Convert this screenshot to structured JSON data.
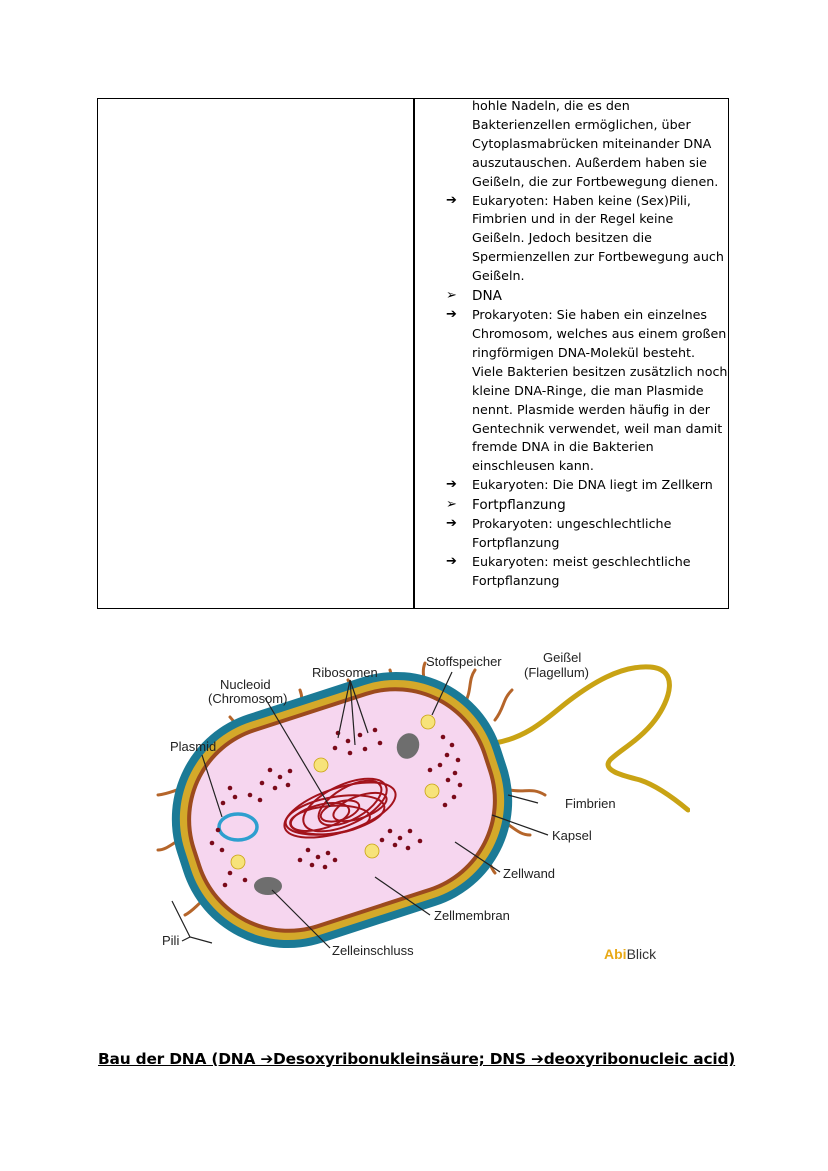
{
  "table_right_column": [
    {
      "marker": "",
      "text": "hohle Nadeln, die es den"
    },
    {
      "marker": "",
      "text": "Bakterienzellen ermöglichen, über"
    },
    {
      "marker": "",
      "text": "Cytoplasmabrücken miteinander DNA"
    },
    {
      "marker": "",
      "text": "auszutauschen. Außerdem haben sie"
    },
    {
      "marker": "",
      "text": "Geißeln, die zur Fortbewegung dienen."
    },
    {
      "marker": "➔",
      "text": "Eukaryoten: Haben keine (Sex)Pili,"
    },
    {
      "marker": "",
      "text": "Fimbrien und in der Regel keine"
    },
    {
      "marker": "",
      "text": "Geißeln. Jedoch besitzen die"
    },
    {
      "marker": "",
      "text": "Spermienzellen zur Fortbewegung auch"
    },
    {
      "marker": "",
      "text": "Geißeln."
    },
    {
      "marker": "➢",
      "text": "DNA",
      "heading": true
    },
    {
      "marker": "➔",
      "text": "Prokaryoten: Sie haben ein einzelnes"
    },
    {
      "marker": "",
      "text": "Chromosom, welches aus einem großen"
    },
    {
      "marker": "",
      "text": "ringförmigen DNA-Molekül besteht."
    },
    {
      "marker": "",
      "text": "Viele Bakterien besitzen zusätzlich noch"
    },
    {
      "marker": "",
      "text": "kleine DNA-Ringe, die man Plasmide"
    },
    {
      "marker": "",
      "text": "nennt. Plasmide werden häufig in der"
    },
    {
      "marker": "",
      "text": "Gentechnik verwendet, weil man damit"
    },
    {
      "marker": "",
      "text": "fremde DNA in die Bakterien"
    },
    {
      "marker": "",
      "text": "einschleusen kann."
    },
    {
      "marker": "➔",
      "text": "Eukaryoten: Die DNA liegt im Zellkern"
    },
    {
      "marker": "➢",
      "text": "Fortpflanzung",
      "heading": true
    },
    {
      "marker": "➔",
      "text": "Prokaryoten: ungeschlechtliche"
    },
    {
      "marker": "",
      "text": "Fortpflanzung"
    },
    {
      "marker": "➔",
      "text": "Eukaryoten: meist geschlechtliche"
    },
    {
      "marker": "",
      "text": "Fortpflanzung"
    }
  ],
  "diagram": {
    "labels": {
      "nucleoid_1": "Nucleoid",
      "nucleoid_2": "(Chromosom)",
      "ribosomen": "Ribosomen",
      "stoffspeicher": "Stoffspeicher",
      "geissel_1": "Geißel",
      "geissel_2": "(Flagellum)",
      "plasmid": "Plasmid",
      "fimbrien": "Fimbrien",
      "kapsel": "Kapsel",
      "zellwand": "Zellwand",
      "zellmembran": "Zellmembran",
      "pili": "Pili",
      "zelleinschluss": "Zelleinschluss"
    },
    "colors": {
      "capsule": "#1b7a96",
      "cell_wall": "#d4a92a",
      "membrane": "#9c4a1e",
      "cytoplasm": "#f6d6ef",
      "dna": "#a3131c",
      "ribosome": "#7a0a1a",
      "storage": "#f7e37a",
      "inclusion": "#6e6e6e",
      "plasmid": "#2e9fcf",
      "flagellum": "#c9a314",
      "pili": "#b5652a"
    }
  },
  "brand": {
    "abi": "Abi",
    "blick": "Blick"
  },
  "bottom_title": "Bau der DNA (DNA ➔Desoxyribonukleinsäure; DNS ➔deoxyribonucleic acid)"
}
